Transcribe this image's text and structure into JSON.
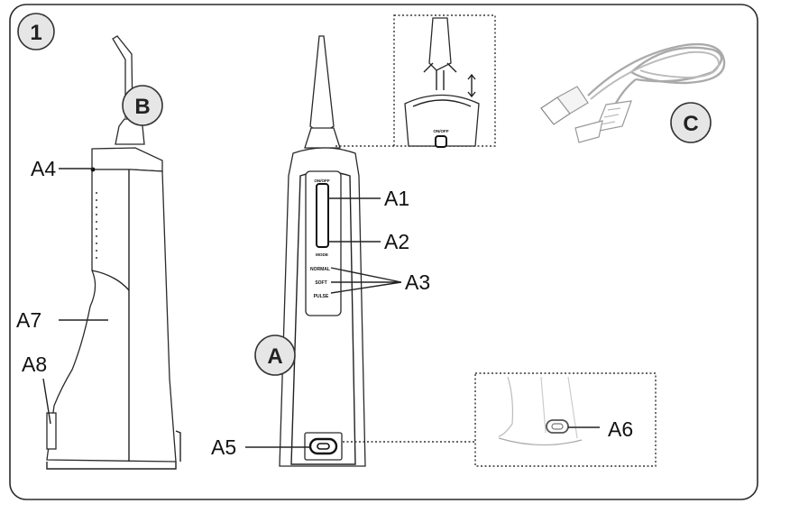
{
  "figure_number": "1",
  "views": {
    "side": "B",
    "front": "A",
    "cable": "C"
  },
  "button_text": {
    "on_off": "ON/OFF",
    "mode": "MODE",
    "normal": "NORMAL",
    "soft": "SOFT",
    "pulse": "PULSE"
  },
  "labels": {
    "a1": "A1",
    "a2": "A2",
    "a3": "A3",
    "a4": "A4",
    "a5": "A5",
    "a6": "A6",
    "a7": "A7",
    "a8": "A8"
  },
  "colors": {
    "frame": "#2a2a2a",
    "circle_fill": "#e6e6e6",
    "line": "#222222"
  }
}
